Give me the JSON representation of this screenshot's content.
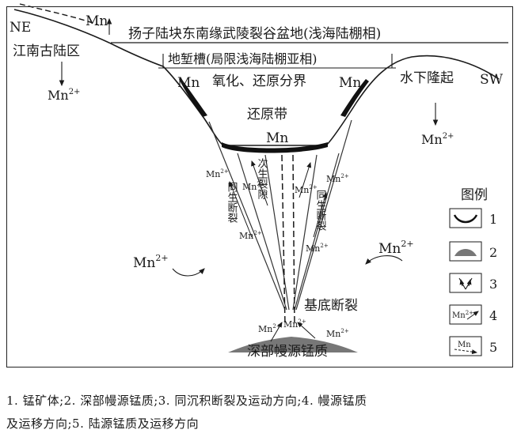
{
  "diagram": {
    "labels": {
      "ne": "NE",
      "sw": "SW",
      "jiangnan": "江南古陆区",
      "yangtze": "扬子陆块东南缘武陵裂谷盆地(浅海陆棚相)",
      "graben": "地堑槽(局限浅海陆棚亚相)",
      "redox": "氧化、还原分界",
      "reduction_zone": "还原带",
      "uplift": "水下隆起",
      "syn_fault": "同生断裂",
      "secondary_fault": "次生裂隙",
      "basement_fault": "基底断裂",
      "mantle_source": "深部幔源锰质",
      "mn": "Mn",
      "mn2": "Mn",
      "charge": "2+"
    },
    "legend": {
      "title": "图例",
      "items": [
        "1",
        "2",
        "3",
        "4",
        "5"
      ],
      "mn_label": "Mn",
      "mn2_label": "Mn",
      "charge": "2+"
    }
  },
  "caption": {
    "line1": "1. 锰矿体;2. 深部幔源锰质;3. 同沉积断裂及运动方向;4. 幔源锰质",
    "line2": "及运移方向;5. 陆源锰质及运移方向"
  }
}
